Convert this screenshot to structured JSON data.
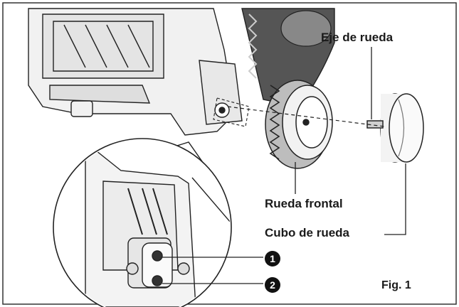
{
  "labels": {
    "axle": "Eje de rueda",
    "front_wheel": "Rueda frontal",
    "hub": "Cubo de rueda",
    "figure": "Fig. 1"
  },
  "callouts": [
    "1",
    "2"
  ],
  "colors": {
    "line": "#222222",
    "shade": "#d9d9d9",
    "background": "#ffffff"
  }
}
